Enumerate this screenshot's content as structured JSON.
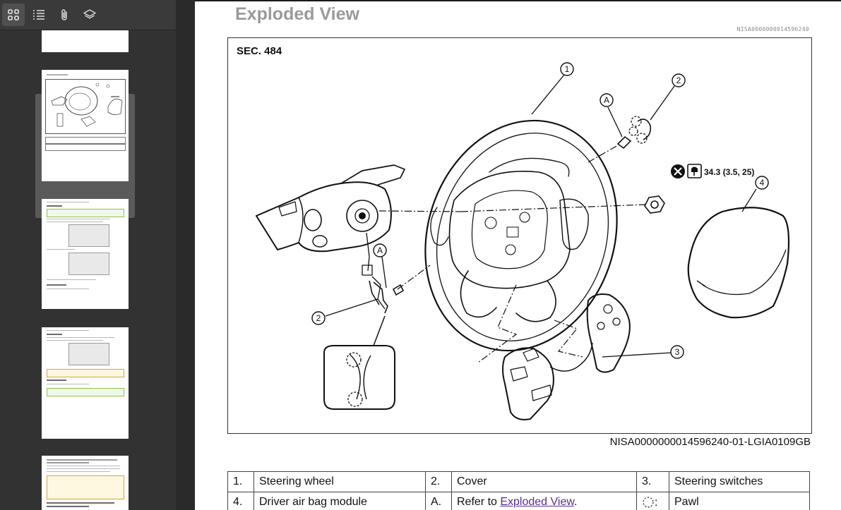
{
  "sidebar": {
    "toolbar": [
      {
        "name": "thumbnails-icon",
        "active": true
      },
      {
        "name": "outline-icon",
        "active": false
      },
      {
        "name": "attachments-icon",
        "active": false
      },
      {
        "name": "layers-icon",
        "active": false
      }
    ]
  },
  "document": {
    "title": "Exploded View",
    "doc_id": "NISA0000000014596240",
    "figure": {
      "section": "SEC. 484",
      "callouts": [
        "1",
        "2",
        "A",
        "4",
        "A",
        "2",
        "3"
      ],
      "torque_label": "34.3 (3.5, 25)",
      "caption": "NISA0000000014596240-01-LGIA0109GB"
    },
    "legend": {
      "rows": [
        [
          {
            "num": "1.",
            "text": "Steering wheel"
          },
          {
            "num": "2.",
            "text": "Cover"
          },
          {
            "num": "3.",
            "text": "Steering switches"
          }
        ],
        [
          {
            "num": "4.",
            "text": "Driver air bag module"
          },
          {
            "num": "A.",
            "text": "Refer to ",
            "link": "Exploded View",
            "suffix": "."
          },
          {
            "num": ":",
            "text": "Pawl"
          }
        ]
      ]
    }
  }
}
